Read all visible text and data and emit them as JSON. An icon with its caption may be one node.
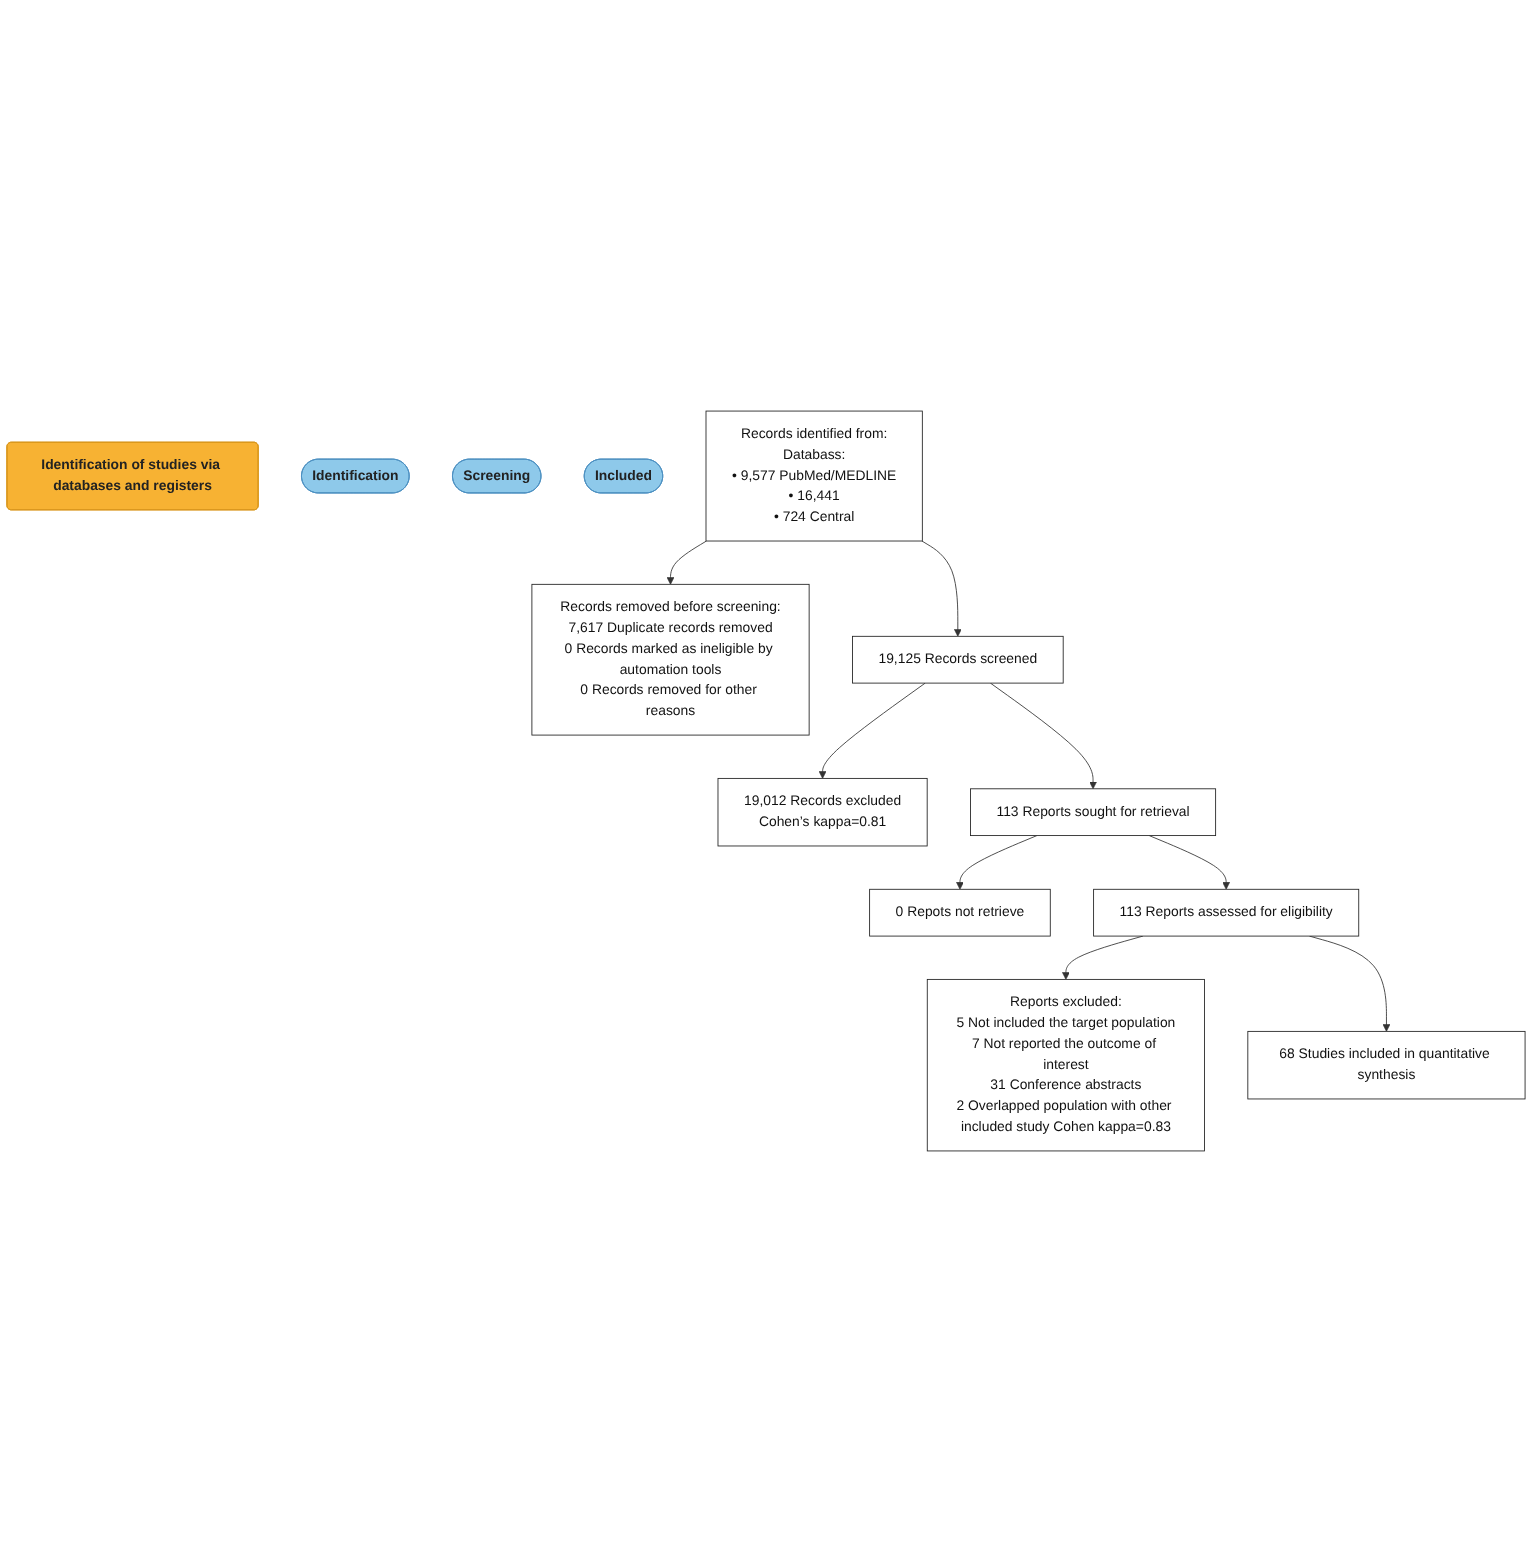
{
  "diagram": {
    "nodes": [
      {
        "text": [
          "Identification of studies via databases and registers"
        ]
      },
      {
        "text": [
          "Identification"
        ]
      },
      {
        "text": [
          "Screening"
        ]
      },
      {
        "text": [
          "Included"
        ]
      },
      {
        "text": [
          "Records identified from:",
          "Databass:",
          "• 9,577 PubMed/MEDLINE",
          "• 16,441",
          "• 724 Central"
        ]
      },
      {
        "text": [
          "Records removed before screening:",
          "7,617 Duplicate records removed",
          "0 Records marked as ineligible by automation tools",
          "0 Records removed for other reasons"
        ]
      },
      {
        "text": [
          "19,125 Records screened"
        ]
      },
      {
        "text": [
          "19,012 Records excluded",
          "Cohen’s kappa=0.81"
        ]
      },
      {
        "text": [
          "113 Reports sought for retrieval"
        ]
      },
      {
        "text": [
          "0 Repots not retrieve"
        ]
      },
      {
        "text": [
          "113 Reports assessed for eligibility"
        ]
      },
      {
        "text": [
          "Reports excluded:",
          "5 Not included the target population",
          "7 Not reported the outcome of interest",
          "31 Conference abstracts",
          "2 Overlapped population with other included study Cohen kappa=0.83"
        ]
      },
      {
        "text": [
          "68 Studies included in quantitative synthesis"
        ]
      }
    ],
    "edges": [
      {
        "from": 4,
        "to": 5,
        "arrow": "to"
      },
      {
        "from": 4,
        "to": 6,
        "arrow": "to"
      },
      {
        "from": 6,
        "to": 7,
        "arrow": "to"
      },
      {
        "from": 6,
        "to": 8,
        "arrow": "to"
      },
      {
        "from": 8,
        "to": 9,
        "arrow": "to"
      },
      {
        "from": 8,
        "to": 10,
        "arrow": "to"
      },
      {
        "from": 10,
        "to": 11,
        "arrow": "to"
      },
      {
        "from": 10,
        "to": 12,
        "arrow": "to"
      }
    ]
  }
}
